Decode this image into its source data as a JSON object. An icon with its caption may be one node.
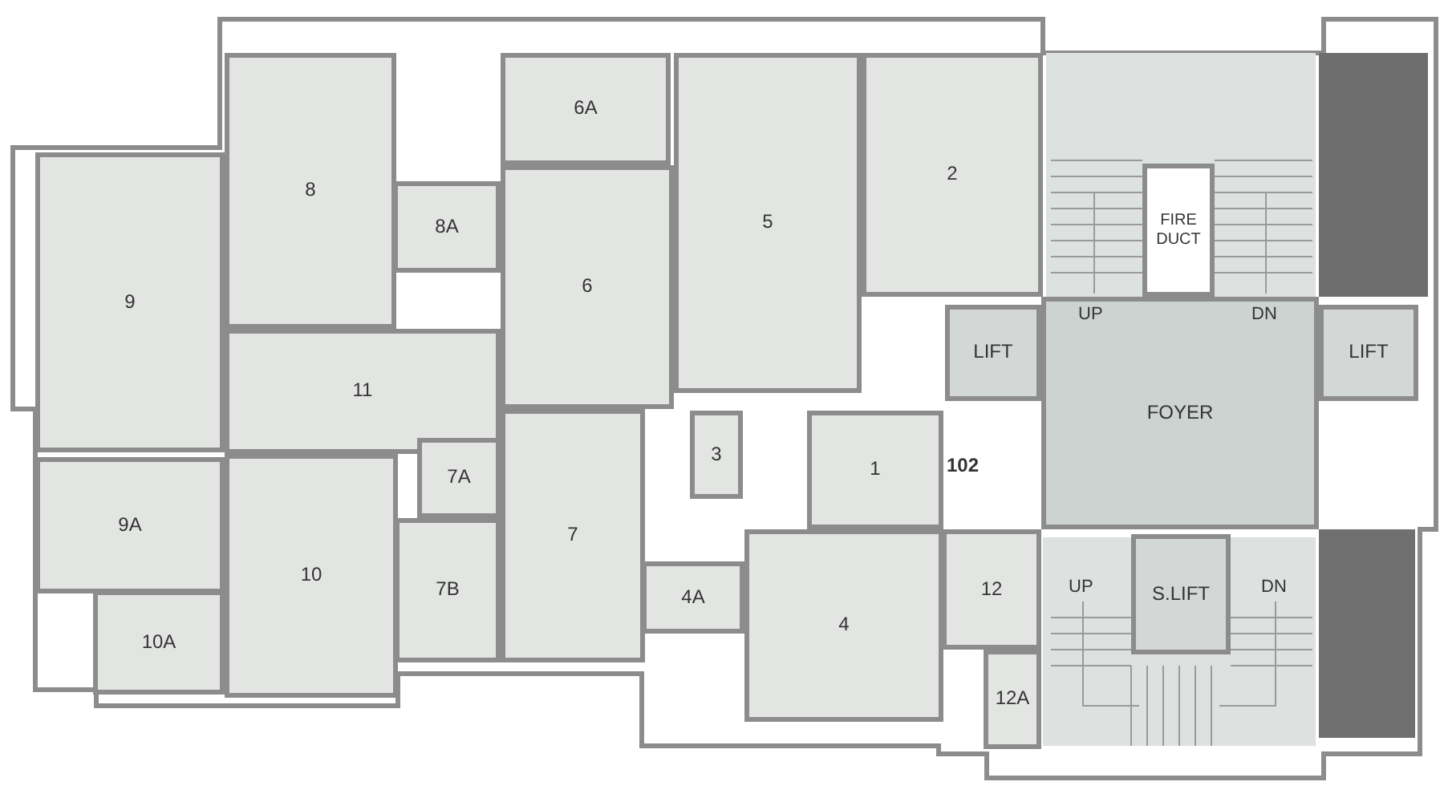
{
  "diagram": {
    "nodes": [
      {
        "text": [
          "6A"
        ]
      },
      {
        "text": [
          "8"
        ]
      },
      {
        "text": [
          "8A"
        ]
      },
      {
        "text": [
          "5"
        ]
      },
      {
        "text": [
          "2"
        ]
      },
      {
        "text": [
          "FIRE DUCT"
        ]
      },
      {
        "text": [
          "9"
        ]
      },
      {
        "text": [
          "6"
        ]
      },
      {
        "text": [
          "LIFT"
        ]
      },
      {
        "text": [
          "FOYER"
        ]
      },
      {
        "text": [
          "LIFT"
        ]
      },
      {
        "text": [
          "11"
        ]
      },
      {
        "text": [
          "7A"
        ]
      },
      {
        "text": [
          "3"
        ]
      },
      {
        "text": [
          "1"
        ]
      },
      {
        "text": [
          "9A"
        ]
      },
      {
        "text": [
          "7"
        ]
      },
      {
        "text": [
          "12"
        ]
      },
      {
        "text": [
          "S.LIFT"
        ]
      },
      {
        "text": [
          "10"
        ]
      },
      {
        "text": [
          "4A"
        ]
      },
      {
        "text": [
          "4"
        ]
      },
      {
        "text": [
          "10A"
        ]
      },
      {
        "text": [
          "7B"
        ]
      },
      {
        "text": [
          "12A"
        ]
      }
    ],
    "labels": [
      "UP",
      "DN",
      "102",
      "UP",
      "DN"
    ]
  }
}
